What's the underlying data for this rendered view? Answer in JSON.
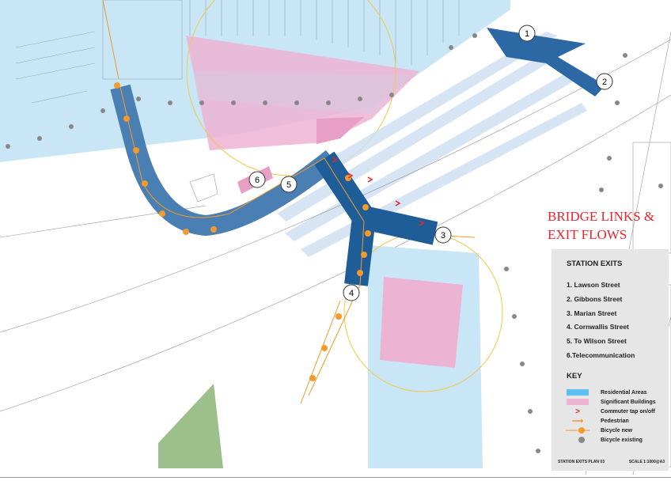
{
  "title": [
    "BRIDGE LINKS &",
    "EXIT FLOWS"
  ],
  "exit_markers": [
    "1",
    "2",
    "3",
    "4",
    "5",
    "6"
  ],
  "legend": {
    "heading": "STATION EXITS",
    "exits": [
      "1. Lawson Street",
      "2. Gibbons Street",
      "3. Marian Street",
      "4. Cornwallis Street",
      "5. To Wilson Street",
      "6.Telecommunication"
    ],
    "key_heading": "KEY",
    "key": [
      {
        "label": "Residential Areas",
        "symbol": "blue-swatch"
      },
      {
        "label": "Significant Buildings",
        "symbol": "pink-swatch"
      },
      {
        "label": "Commuter tap on/off",
        "symbol": "red-chevron"
      },
      {
        "label": "Pedestrian",
        "symbol": "orange-arrow"
      },
      {
        "label": "Bicycle new",
        "symbol": "orange-dot-line"
      },
      {
        "label": "Bicycle existing",
        "symbol": "grey-dot"
      }
    ],
    "footer_left": "STATION EXITS PLAN 03",
    "footer_right": "SCALE 1:1000@A3"
  },
  "colors": {
    "residential": "#c9e6f7",
    "significant": "#edb3d2",
    "bridge": "#2c68a3",
    "bicycle": "#f39a2a",
    "title": "#e8242c"
  }
}
